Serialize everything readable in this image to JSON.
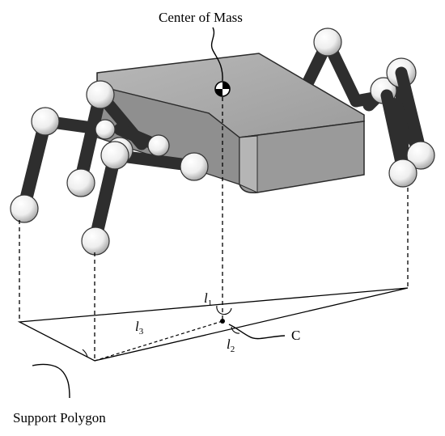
{
  "labels": {
    "center_of_mass": "Center of Mass",
    "support_polygon": "Support Polygon",
    "point_c": "C",
    "l1": {
      "symbol": "l",
      "sub": "1"
    },
    "l2": {
      "symbol": "l",
      "sub": "2"
    },
    "l3": {
      "symbol": "l",
      "sub": "3"
    }
  },
  "colors": {
    "body_top": "#a9a9a9",
    "body_front": "#9a9a9a",
    "body_side": "#7c7c7c",
    "leg": "#2f2f2f",
    "joint": "#f4f4f4",
    "line": "#000000"
  }
}
